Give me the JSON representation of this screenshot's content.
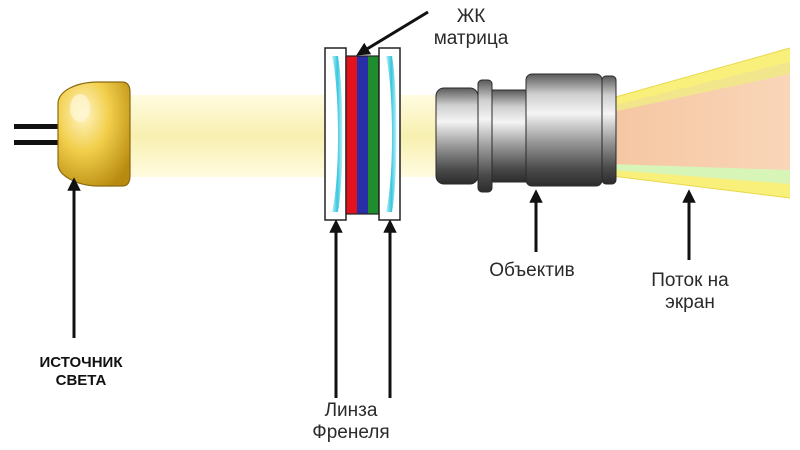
{
  "labels": {
    "light_source": [
      "ИСТОЧНИК",
      "СВЕТА"
    ],
    "fresnel_lens": [
      "Линза",
      "Френеля"
    ],
    "lcd_matrix": [
      "ЖК",
      "матрица"
    ],
    "objective": [
      "Объектив"
    ],
    "screen_flow": [
      "Поток на",
      "экран"
    ]
  },
  "colors": {
    "beam": "#fbf6c2",
    "lamp_body": "#e9c13a",
    "lcd_red": "#e3121c",
    "lcd_blue": "#2a2ea6",
    "lcd_green": "#1f8c2e",
    "fresnel_glass": "#4fd2e6",
    "output_cone": "#f7c8a3",
    "output_stripe_yellow": "#f8f07a",
    "output_stripe_green": "#d8f5b8",
    "arrow": "#111111"
  },
  "icons": {
    "light_source": "lamp-icon",
    "fresnel_lens": "fresnel-lens-icon",
    "lcd_matrix": "lcd-panel-icon",
    "objective": "projector-lens-icon"
  }
}
